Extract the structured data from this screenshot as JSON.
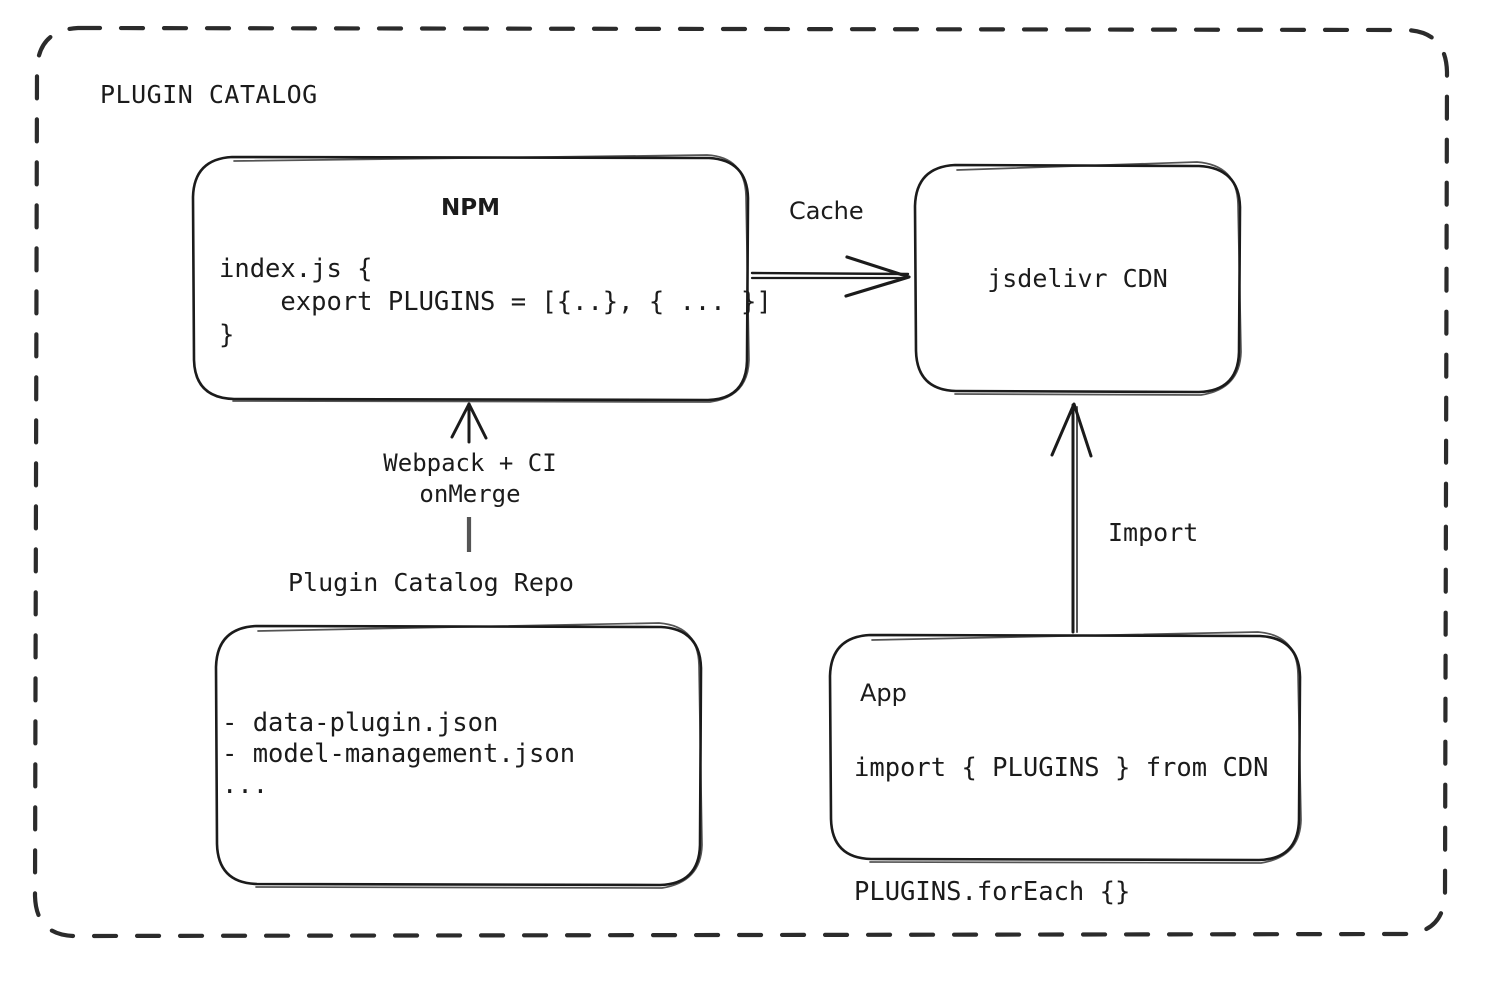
{
  "diagram": {
    "title": "PLUGIN CATALOG",
    "stroke_color": "#1b1b1b",
    "background_color": "#ffffff",
    "nodes": {
      "npm": {
        "title": "NPM",
        "code": "index.js {\n    export PLUGINS = [{..}, { ... }]\n}"
      },
      "cdn": {
        "title": "jsdelivr CDN"
      },
      "repo": {
        "title": "Plugin Catalog Repo",
        "files": "- data-plugin.json\n- model-management.json\n..."
      },
      "app": {
        "title": "App",
        "code": "import { PLUGINS } from CDN\n\nPLUGINS.forEach {}"
      }
    },
    "edges": {
      "cache": {
        "label": "Cache",
        "from": "npm",
        "to": "cdn"
      },
      "webpack": {
        "label": "Webpack + CI\nonMerge",
        "from": "repo",
        "to": "npm"
      },
      "import": {
        "label": "Import",
        "from": "app",
        "to": "cdn"
      }
    }
  }
}
